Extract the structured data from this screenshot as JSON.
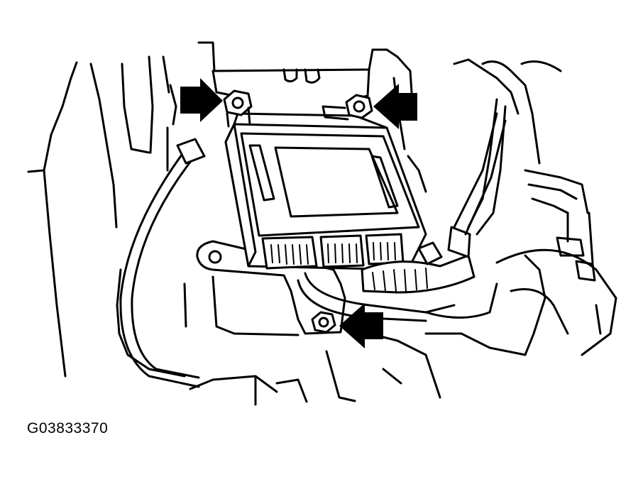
{
  "figure_id": "G03833370",
  "colors": {
    "line": "#000000",
    "background": "#ffffff"
  },
  "callouts": [
    {
      "name": "arrow-top-left",
      "icon": "arrow-right-icon"
    },
    {
      "name": "arrow-top-right",
      "icon": "arrow-left-icon"
    },
    {
      "name": "arrow-bottom",
      "icon": "arrow-left-icon"
    }
  ]
}
